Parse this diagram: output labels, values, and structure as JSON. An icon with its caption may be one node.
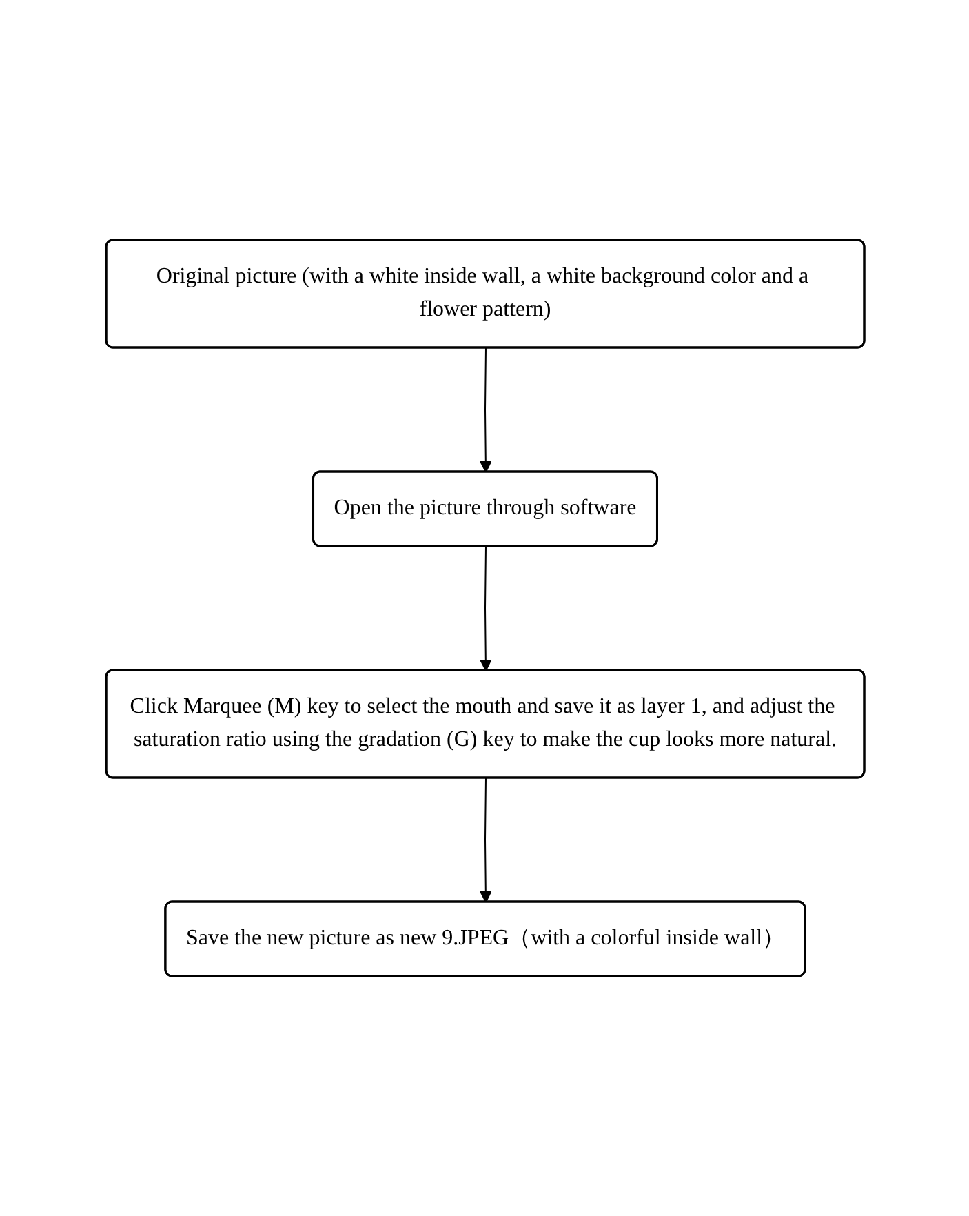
{
  "diagram": {
    "nodes": [
      {
        "text": [
          "Original picture (with a white inside wall, a white background color and a flower pattern)"
        ]
      },
      {
        "text": [
          "Open the picture through software"
        ]
      },
      {
        "text": [
          "Click Marquee (M) key to select the mouth and save it as layer 1, and adjust the saturation ratio using the gradation (G) key to make the cup looks more natural."
        ]
      },
      {
        "text": [
          "Save the new picture as new 9.JPEG（with a colorful inside wall）"
        ]
      }
    ],
    "edges": [
      {
        "from": 0,
        "to": 1,
        "arrow": "to"
      },
      {
        "from": 1,
        "to": 2,
        "arrow": "to"
      },
      {
        "from": 2,
        "to": 3,
        "arrow": "to"
      }
    ]
  }
}
